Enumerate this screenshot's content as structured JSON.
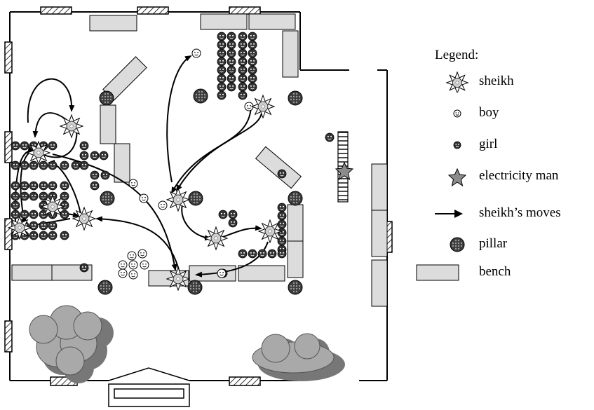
{
  "colors": {
    "bench": "#dcdcdc",
    "pillar": "#3c3c3c",
    "girl": "#333333",
    "boy": "#ffffff",
    "sheikh": "#ffffff",
    "sheikh_center": "#cfcfcf",
    "tree": "#a9a9a9",
    "tree_shadow": "#777777",
    "arrow": "#000000",
    "electricity_man": "#8c8c8c"
  },
  "legend": {
    "title": "Legend:",
    "items": [
      {
        "key": "sheikh",
        "label": "sheikh",
        "icon": "sun-star-icon"
      },
      {
        "key": "boy",
        "label": "boy",
        "icon": "smiley-icon"
      },
      {
        "key": "girl",
        "label": "girl",
        "icon": "dark-face-icon"
      },
      {
        "key": "electricity_man",
        "label": "electricity man",
        "icon": "star-icon"
      },
      {
        "key": "moves",
        "label": "sheikh’s moves",
        "icon": "arrow-icon"
      },
      {
        "key": "pillar",
        "label": "pillar",
        "icon": "pillar-icon"
      },
      {
        "key": "bench",
        "label": "bench",
        "icon": "bench-icon"
      }
    ]
  }
}
